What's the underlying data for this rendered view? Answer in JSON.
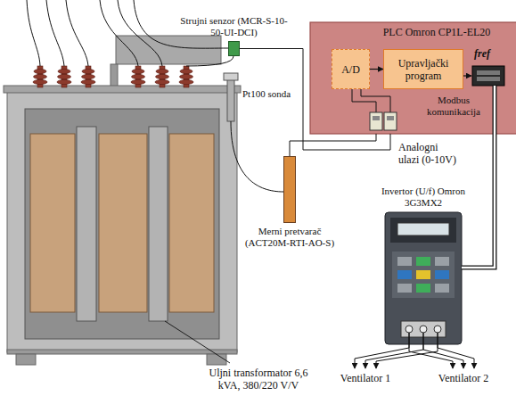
{
  "diagram": {
    "nodes": [
      {
        "text": [
          "PLC Omron CP1L-EL20"
        ]
      },
      {
        "text": [
          "A/D"
        ],
        "in": 0
      },
      {
        "text": [
          "Upravljački program"
        ],
        "in": 0
      },
      {
        "text": [
          "Strujni senzor (MCR-S-10-50-UI-DCI)"
        ]
      },
      {
        "text": [
          "Merni pretvarač (ACT20M-RTI-AO-S)"
        ]
      },
      {
        "text": [
          "Invertor (U/f) Omron 3G3MX2"
        ]
      }
    ],
    "edges": [
      {
        "from": 1,
        "to": 2,
        "arrow": "to"
      },
      {
        "from": 3,
        "to": 0,
        "arrow": "none"
      },
      {
        "from": 4,
        "to": 0,
        "arrow": "none"
      },
      {
        "from": 0,
        "to": 5,
        "arrow": "none"
      }
    ],
    "labels": [
      "fref",
      "Pt100 sonda",
      "Analogni ulazi (0-10V)",
      "Modbus komunikacija",
      "Uljni transformator 6,6 kVA, 380/220 V/V",
      "Ventilator 1",
      "Ventilator 2"
    ]
  }
}
